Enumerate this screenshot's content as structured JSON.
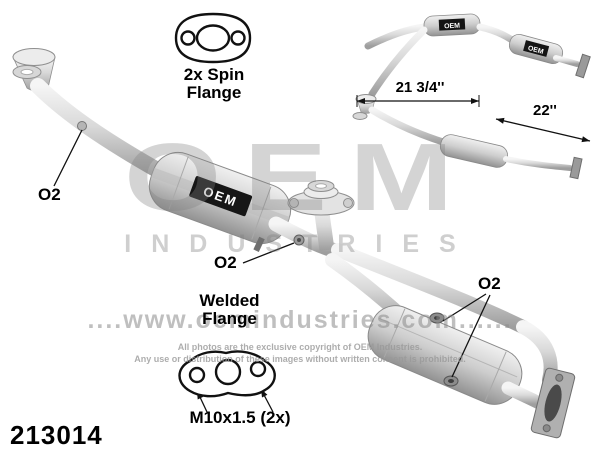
{
  "part_number": "213014",
  "annotations": {
    "spin_flange_line1": "2x Spin",
    "spin_flange_line2": "Flange",
    "welded_flange_line1": "Welded",
    "welded_flange_line2": "Flange",
    "thread_spec": "M10x1.5 (2x)",
    "o2_left": "O2",
    "o2_middle": "O2",
    "o2_right": "O2",
    "dim_top": "21 3/4''",
    "dim_side": "22''"
  },
  "badges": {
    "oem_main": "OEM",
    "oem_top1": "OEM",
    "oem_top2": "OEM"
  },
  "watermark": {
    "logo": "OEM",
    "industries": "INDUSTRIES",
    "dots_left": "....",
    "url": "www.oemindustries.com",
    "dots_right": "......",
    "notice_line1": "All photos are the exclusive copyright of OEM Industries.",
    "notice_line2": "Any use or distribution of these images without written consent is prohibited."
  },
  "colors": {
    "background": "#ffffff",
    "label_text": "#000000",
    "watermark_gray": "#9a9a9a",
    "pipe_light": "#f5f5f5",
    "pipe_dark": "#9e9e9e",
    "badge_black": "#161616"
  }
}
